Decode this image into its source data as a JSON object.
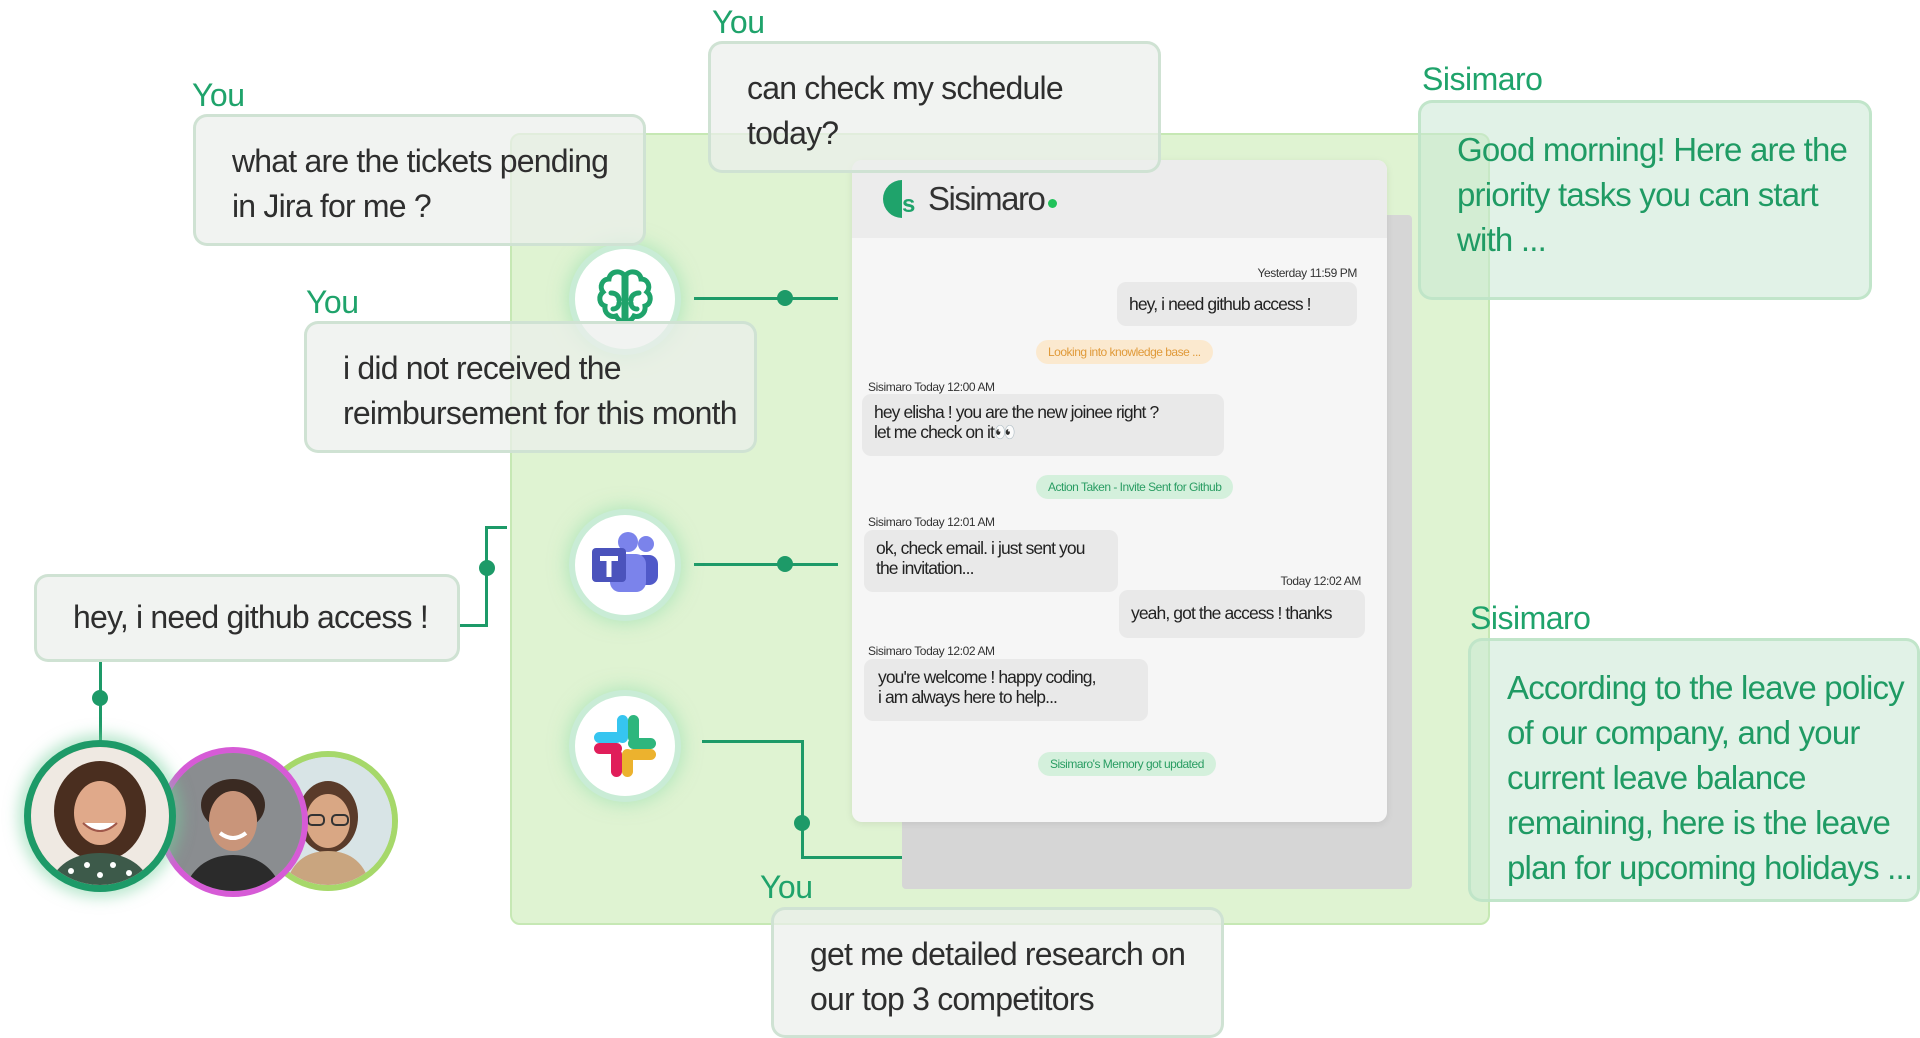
{
  "labels": {
    "you": "You",
    "bot": "Sisimaro"
  },
  "user_bubbles": {
    "jira": [
      "what are the tickets pending",
      "in Jira for me ?"
    ],
    "schedule": [
      "can check my schedule",
      "today?"
    ],
    "reimbursement": [
      "i did not received the",
      "reimbursement for this month"
    ],
    "github": [
      "hey, i need github access !"
    ],
    "research": [
      "get me detailed research on",
      "our top 3 competitors"
    ]
  },
  "bot_bubbles": {
    "morning": [
      "Good morning! Here are the",
      "priority tasks you can start",
      "with ..."
    ],
    "leave": [
      "According to the leave policy",
      "of our company, and your",
      "current leave balance",
      "remaining, here is the leave",
      "plan for upcoming holidays ..."
    ]
  },
  "integrations": [
    "brain-icon",
    "microsoft-teams-icon",
    "slack-icon"
  ],
  "chat": {
    "brand": "Sisimaro",
    "logo_letter": "s",
    "messages": [
      {
        "meta": "Yesterday 11:59 PM",
        "lines": [
          "hey, i need github access !"
        ]
      },
      {
        "status": "Looking into knowledge base ..."
      },
      {
        "meta": "Sisimaro Today 12:00 AM",
        "lines": [
          "hey elisha ! you are the new joinee right ?",
          "let me check on it👀"
        ]
      },
      {
        "status": "Action Taken - Invite Sent for Github"
      },
      {
        "meta": "Sisimaro Today 12:01 AM",
        "lines": [
          "ok, check email. i just sent you",
          "the invitation..."
        ]
      },
      {
        "meta": "Today 12:02 AM",
        "lines": [
          "yeah, got the access ! thanks"
        ]
      },
      {
        "meta": "Sisimaro Today 12:02 AM",
        "lines": [
          "you're welcome ! happy coding,",
          "i am always here to help..."
        ]
      },
      {
        "status": "Sisimaro's Memory got updated"
      }
    ]
  },
  "colors": {
    "accent": "#1d9a68",
    "canvas": "#dff3d2",
    "avatar_ring_1": "#1d9a68",
    "avatar_ring_2": "#d65bd6",
    "avatar_ring_3": "#a6d86a"
  }
}
